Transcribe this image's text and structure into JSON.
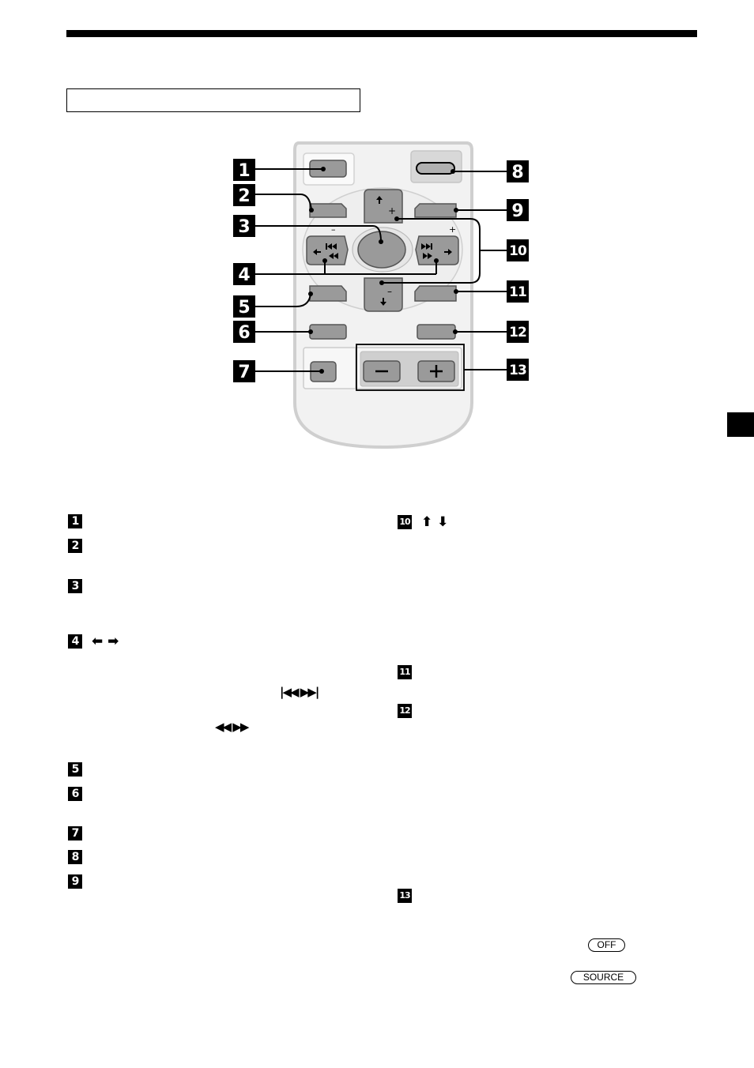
{
  "remote": {
    "callouts": [
      "1",
      "2",
      "3",
      "4",
      "5",
      "6",
      "7",
      "8",
      "9",
      "10",
      "11",
      "12",
      "13"
    ],
    "plus_sign": "+",
    "minus_sign": "–"
  },
  "legend": [
    {
      "num": "1"
    },
    {
      "num": "2"
    },
    {
      "num": "3"
    },
    {
      "num": "4",
      "arrows": "⬅  ➡"
    },
    {
      "num": "5"
    },
    {
      "num": "6"
    },
    {
      "num": "7"
    },
    {
      "num": "8"
    },
    {
      "num": "9"
    },
    {
      "num": "10",
      "arrows": "⬆ ⬇"
    },
    {
      "num": "11"
    },
    {
      "num": "12"
    },
    {
      "num": "13"
    }
  ],
  "inline_symbols": {
    "track_prev_next": "|◀◀  ▶▶|",
    "rew_ff": "◀◀  ▶▶"
  },
  "button_labels": {
    "off": "OFF",
    "source": "SOURCE"
  },
  "colors": {
    "ink": "#000000",
    "remote_body": "#f2f2f2",
    "remote_outline": "#cfcfcf",
    "button_fill": "#9a9a9a",
    "button_light": "#c8c8c8"
  }
}
